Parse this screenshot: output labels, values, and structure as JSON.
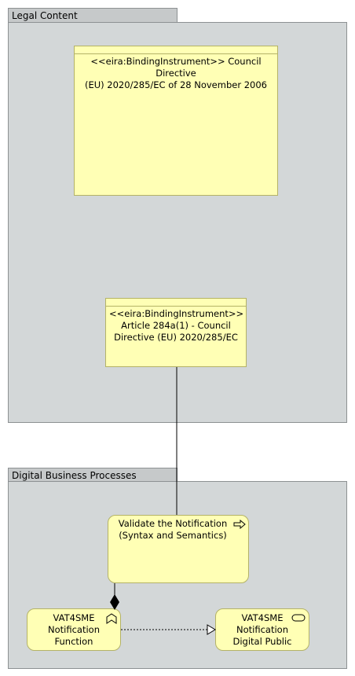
{
  "groups": {
    "legal_content": {
      "label": "Legal Content"
    },
    "digital_business_processes": {
      "label": "Digital Business Processes"
    }
  },
  "elements": {
    "council_directive": {
      "label": "<<eira:BindingInstrument>> Council Directive\n(EU) 2020/285/EC of 28 November 2006"
    },
    "article_284a": {
      "label": "<<eira:BindingInstrument>>\nArticle 284a(1) - Council\nDirective (EU) 2020/285/EC"
    },
    "validate_notification": {
      "label": "Validate the Notification\n(Syntax and Semantics)"
    },
    "notification_function": {
      "label": "VAT4SME\nNotification\nFunction"
    },
    "digital_public": {
      "label": "VAT4SME\nNotification\nDigital Public"
    }
  },
  "colors": {
    "element_fill": "#ffffb5",
    "element_border": "#b4b267",
    "group_fill": "#d3d7d8",
    "group_tab_fill": "#c6c9ca"
  }
}
